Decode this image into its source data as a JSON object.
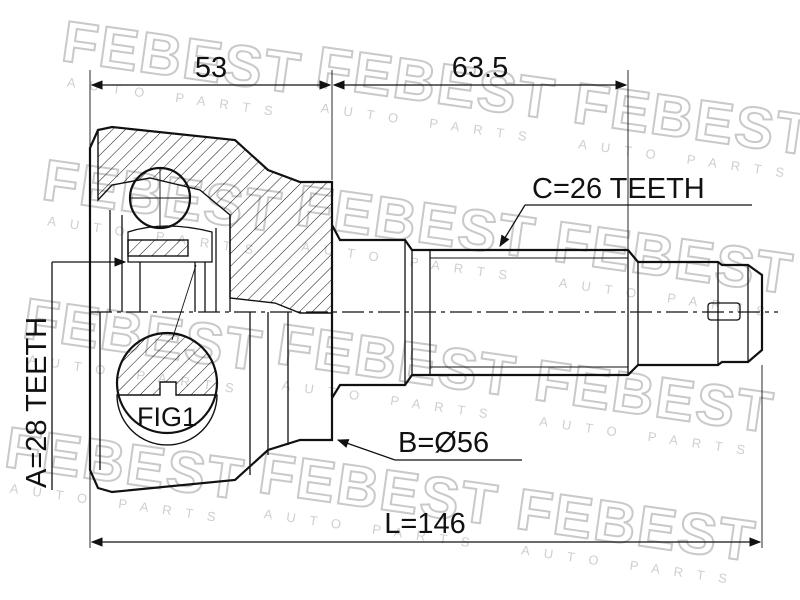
{
  "watermark": {
    "brand": "FEBEST",
    "sub": "AUTO PARTS"
  },
  "dimensions": {
    "d1": "53",
    "d2": "63.5",
    "spline_c": "C=26 TEETH",
    "spline_a": "A=28 TEETH",
    "diameter_b": "B=Ø56",
    "length_l": "L=146"
  },
  "figure": {
    "label": "FIG1"
  }
}
